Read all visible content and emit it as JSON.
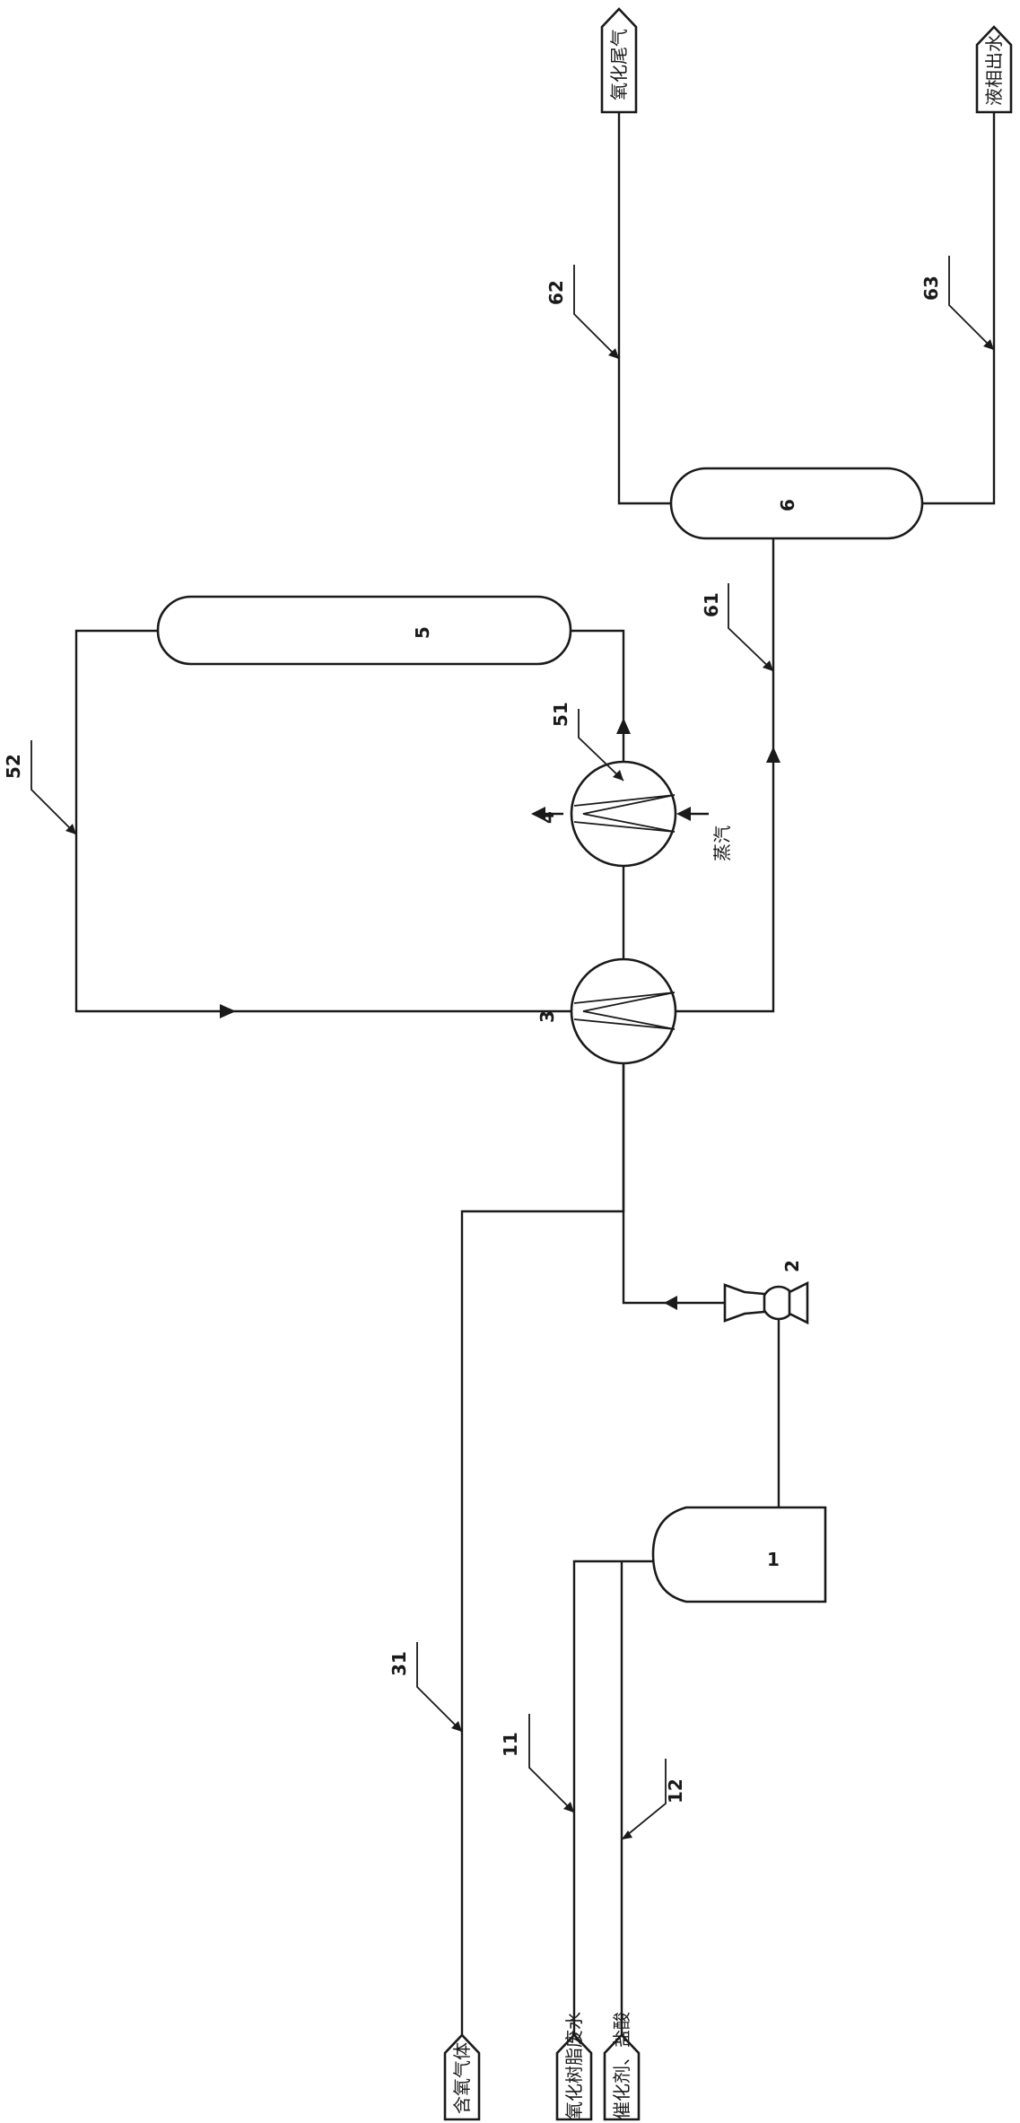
{
  "labels": {
    "in_oxygen_gas": "含氧气体",
    "in_wastewater": "氧化树脂废水",
    "in_catalyst_acid": "催化剂、盐酸",
    "out_tail_gas": "氧化尾气",
    "out_liquid_water": "液相出水",
    "steam": "蒸汽"
  },
  "equipment": {
    "tank": "1",
    "pump": "2",
    "exchanger3": "3",
    "heater4": "4",
    "reactor5": "5",
    "separator6": "6"
  },
  "streams": {
    "s11": "11",
    "s12": "12",
    "s31": "31",
    "s51": "51",
    "s52": "52",
    "s61": "61",
    "s62": "62",
    "s63": "63"
  }
}
